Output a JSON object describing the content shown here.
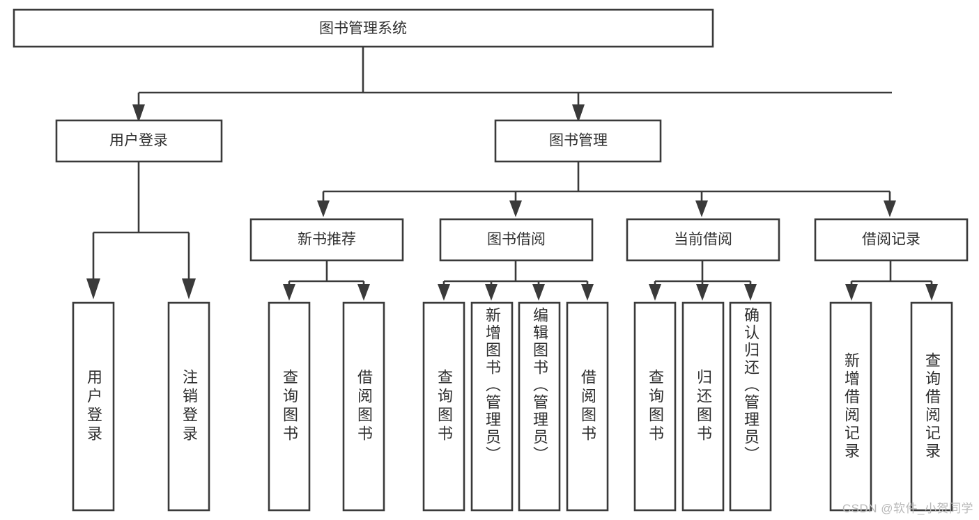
{
  "diagram": {
    "title": "图书管理系统",
    "type": "hierarchy-tree",
    "colors": {
      "background": "#ffffff",
      "box_stroke": "#3a3a3a",
      "box_fill": "#ffffff",
      "text": "#2f2f2f",
      "watermark": "#b9b9b9"
    },
    "root": {
      "label": "图书管理系统"
    },
    "level2": [
      {
        "label": "用户登录"
      },
      {
        "label": "图书管理"
      }
    ],
    "level3": [
      {
        "label": "新书推荐"
      },
      {
        "label": "图书借阅"
      },
      {
        "label": "当前借阅"
      },
      {
        "label": "借阅记录"
      }
    ],
    "leaves": {
      "user_login": [
        {
          "label": "用户登录"
        },
        {
          "label": "注销登录"
        }
      ],
      "new_book_recommend": [
        {
          "label": "查询图书"
        },
        {
          "label": "借阅图书"
        }
      ],
      "book_borrow": [
        {
          "label": "查询图书"
        },
        {
          "label": "新增图书（管理员）"
        },
        {
          "label": "编辑图书（管理员）"
        },
        {
          "label": "借阅图书"
        }
      ],
      "current_borrow": [
        {
          "label": "查询图书"
        },
        {
          "label": "归还图书"
        },
        {
          "label": "确认归还（管理员）"
        }
      ],
      "borrow_record": [
        {
          "label": "新增借阅记录"
        },
        {
          "label": "查询借阅记录"
        }
      ]
    },
    "watermark": "CSDN @软件_小贺同学"
  }
}
